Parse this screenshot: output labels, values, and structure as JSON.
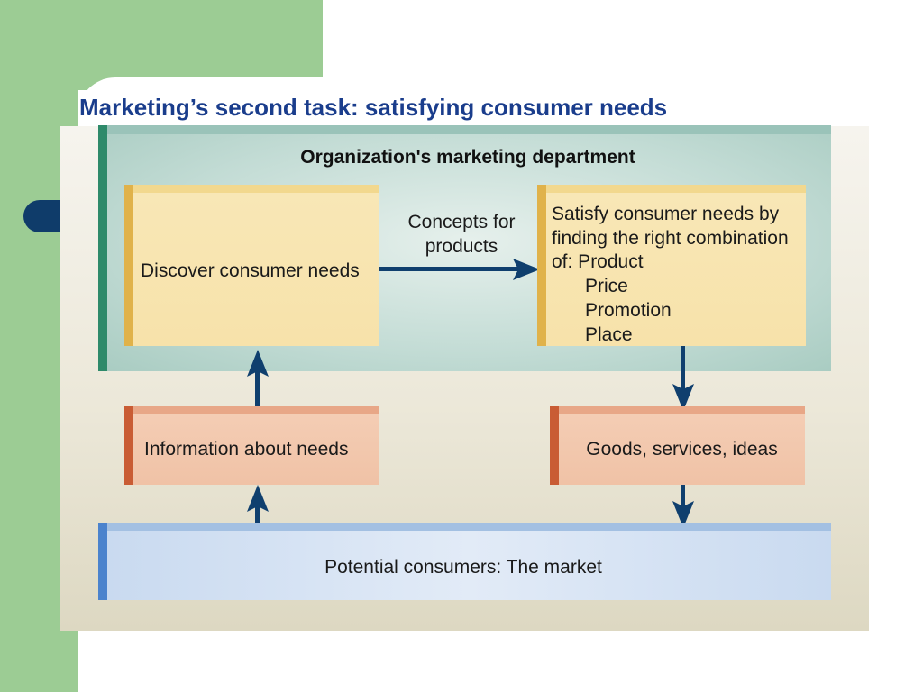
{
  "slide": {
    "title": "Marketing’s second task:  satisfying consumer needs"
  },
  "diagram": {
    "department_title": "Organization's marketing department",
    "discover_box": "Discover consumer needs",
    "concepts_label": [
      "Concepts for",
      "products"
    ],
    "satisfy_box": {
      "lines": [
        "Satisfy consumer needs by",
        "finding the right combination",
        "of:  Product"
      ],
      "mix_items": [
        "Price",
        "Promotion",
        "Place"
      ]
    },
    "information_box": "Information about needs",
    "goods_box": "Goods, services, ideas",
    "market_box": "Potential consumers: The market"
  },
  "colors": {
    "title": "#1a3d8c",
    "arrows": "#0f3f6e",
    "green_background": "#9ccc94",
    "department_panel": "#c3dcd5",
    "yellow_boxes": "#f7e2aa",
    "salmon_boxes": "#f0c2a6",
    "blue_box": "#d6e3f3"
  }
}
